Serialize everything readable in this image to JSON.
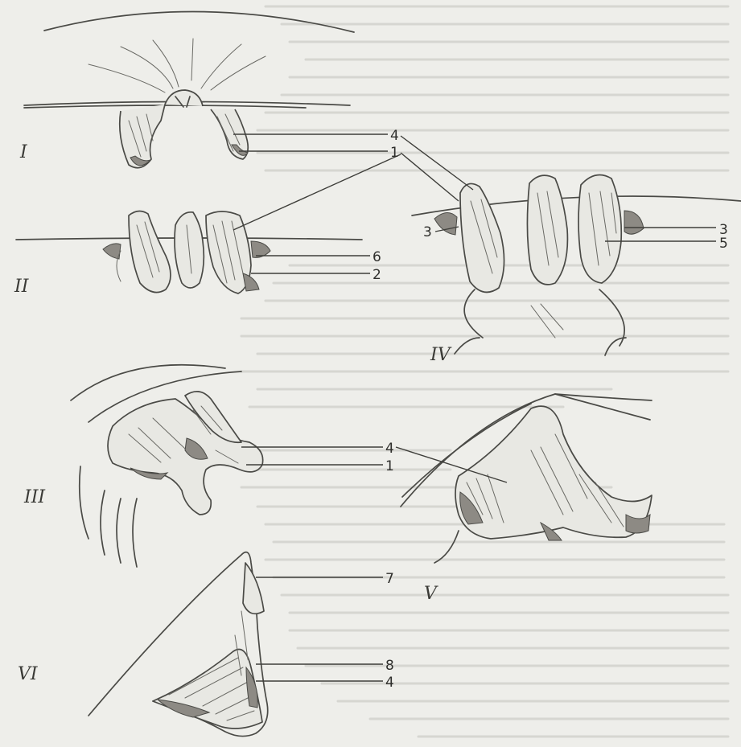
{
  "figures": [
    {
      "id": "I",
      "label": "I"
    },
    {
      "id": "II",
      "label": "II"
    },
    {
      "id": "III",
      "label": "III"
    },
    {
      "id": "IV",
      "label": "IV"
    },
    {
      "id": "V",
      "label": "V"
    },
    {
      "id": "VI",
      "label": "VI"
    }
  ],
  "callouts": {
    "c4_top": "4",
    "c1_top": "1",
    "c3_left": "3",
    "c3_right": "3",
    "c5": "5",
    "c6": "6",
    "c2": "2",
    "c4_mid": "4",
    "c1_mid": "1",
    "c7": "7",
    "c8": "8",
    "c4_low": "4"
  },
  "colors": {
    "paper": "#eeeeea",
    "ink": "#4a4a46"
  }
}
